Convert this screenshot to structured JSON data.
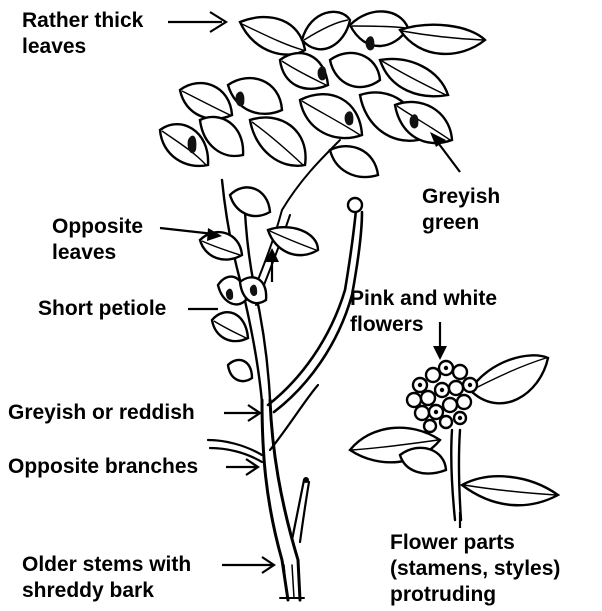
{
  "diagram": {
    "labels": {
      "thick_leaves": [
        "Rather thick",
        "leaves"
      ],
      "greyish_green": [
        "Greyish",
        "green"
      ],
      "opposite_leaves": [
        "Opposite",
        "leaves"
      ],
      "short_petiole": "Short petiole",
      "pink_white_flowers": [
        "Pink and white",
        "flowers"
      ],
      "greyish_reddish": "Greyish or reddish",
      "opposite_branches": "Opposite branches",
      "older_stems": [
        "Older stems with",
        "shreddy bark"
      ],
      "flower_parts": [
        "Flower parts",
        "(stamens, styles)",
        "protruding"
      ]
    }
  }
}
